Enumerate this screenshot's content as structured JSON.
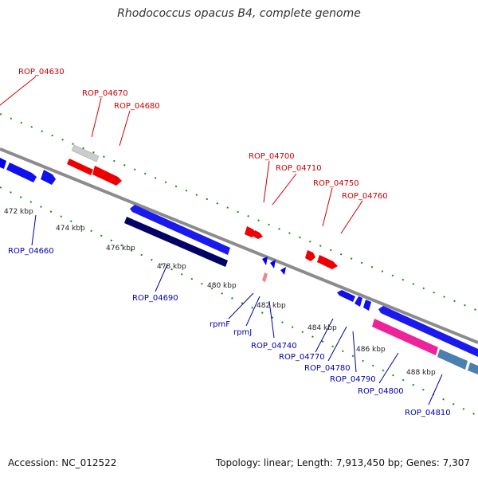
{
  "title": "Rhodococcus opacus B4, complete genome",
  "accession": "Accession: NC_012522",
  "topology": "Topology: linear; Length: 7,913,450 bp; Genes: 7,307",
  "colors": {
    "forward_label": "#cc0000",
    "reverse_label": "#0000aa",
    "backbone": "#8c8c8c",
    "tick_dots": "#1a8a1a"
  },
  "kbp_ticks": [
    "472 kbp",
    "474 kbp",
    "476 kbp",
    "478 kbp",
    "480 kbp",
    "482 kbp",
    "484 kbp",
    "486 kbp",
    "488 kbp"
  ],
  "forward_labels": [
    "ROP_04630",
    "ROP_04670",
    "ROP_04680",
    "ROP_04700",
    "ROP_04710",
    "ROP_04750",
    "ROP_04760"
  ],
  "reverse_labels": [
    "ROP_04660",
    "ROP_04690",
    "rpmF",
    "rpmJ",
    "ROP_04740",
    "ROP_04770",
    "ROP_04780",
    "ROP_04790",
    "ROP_04800",
    "ROP_04810"
  ]
}
